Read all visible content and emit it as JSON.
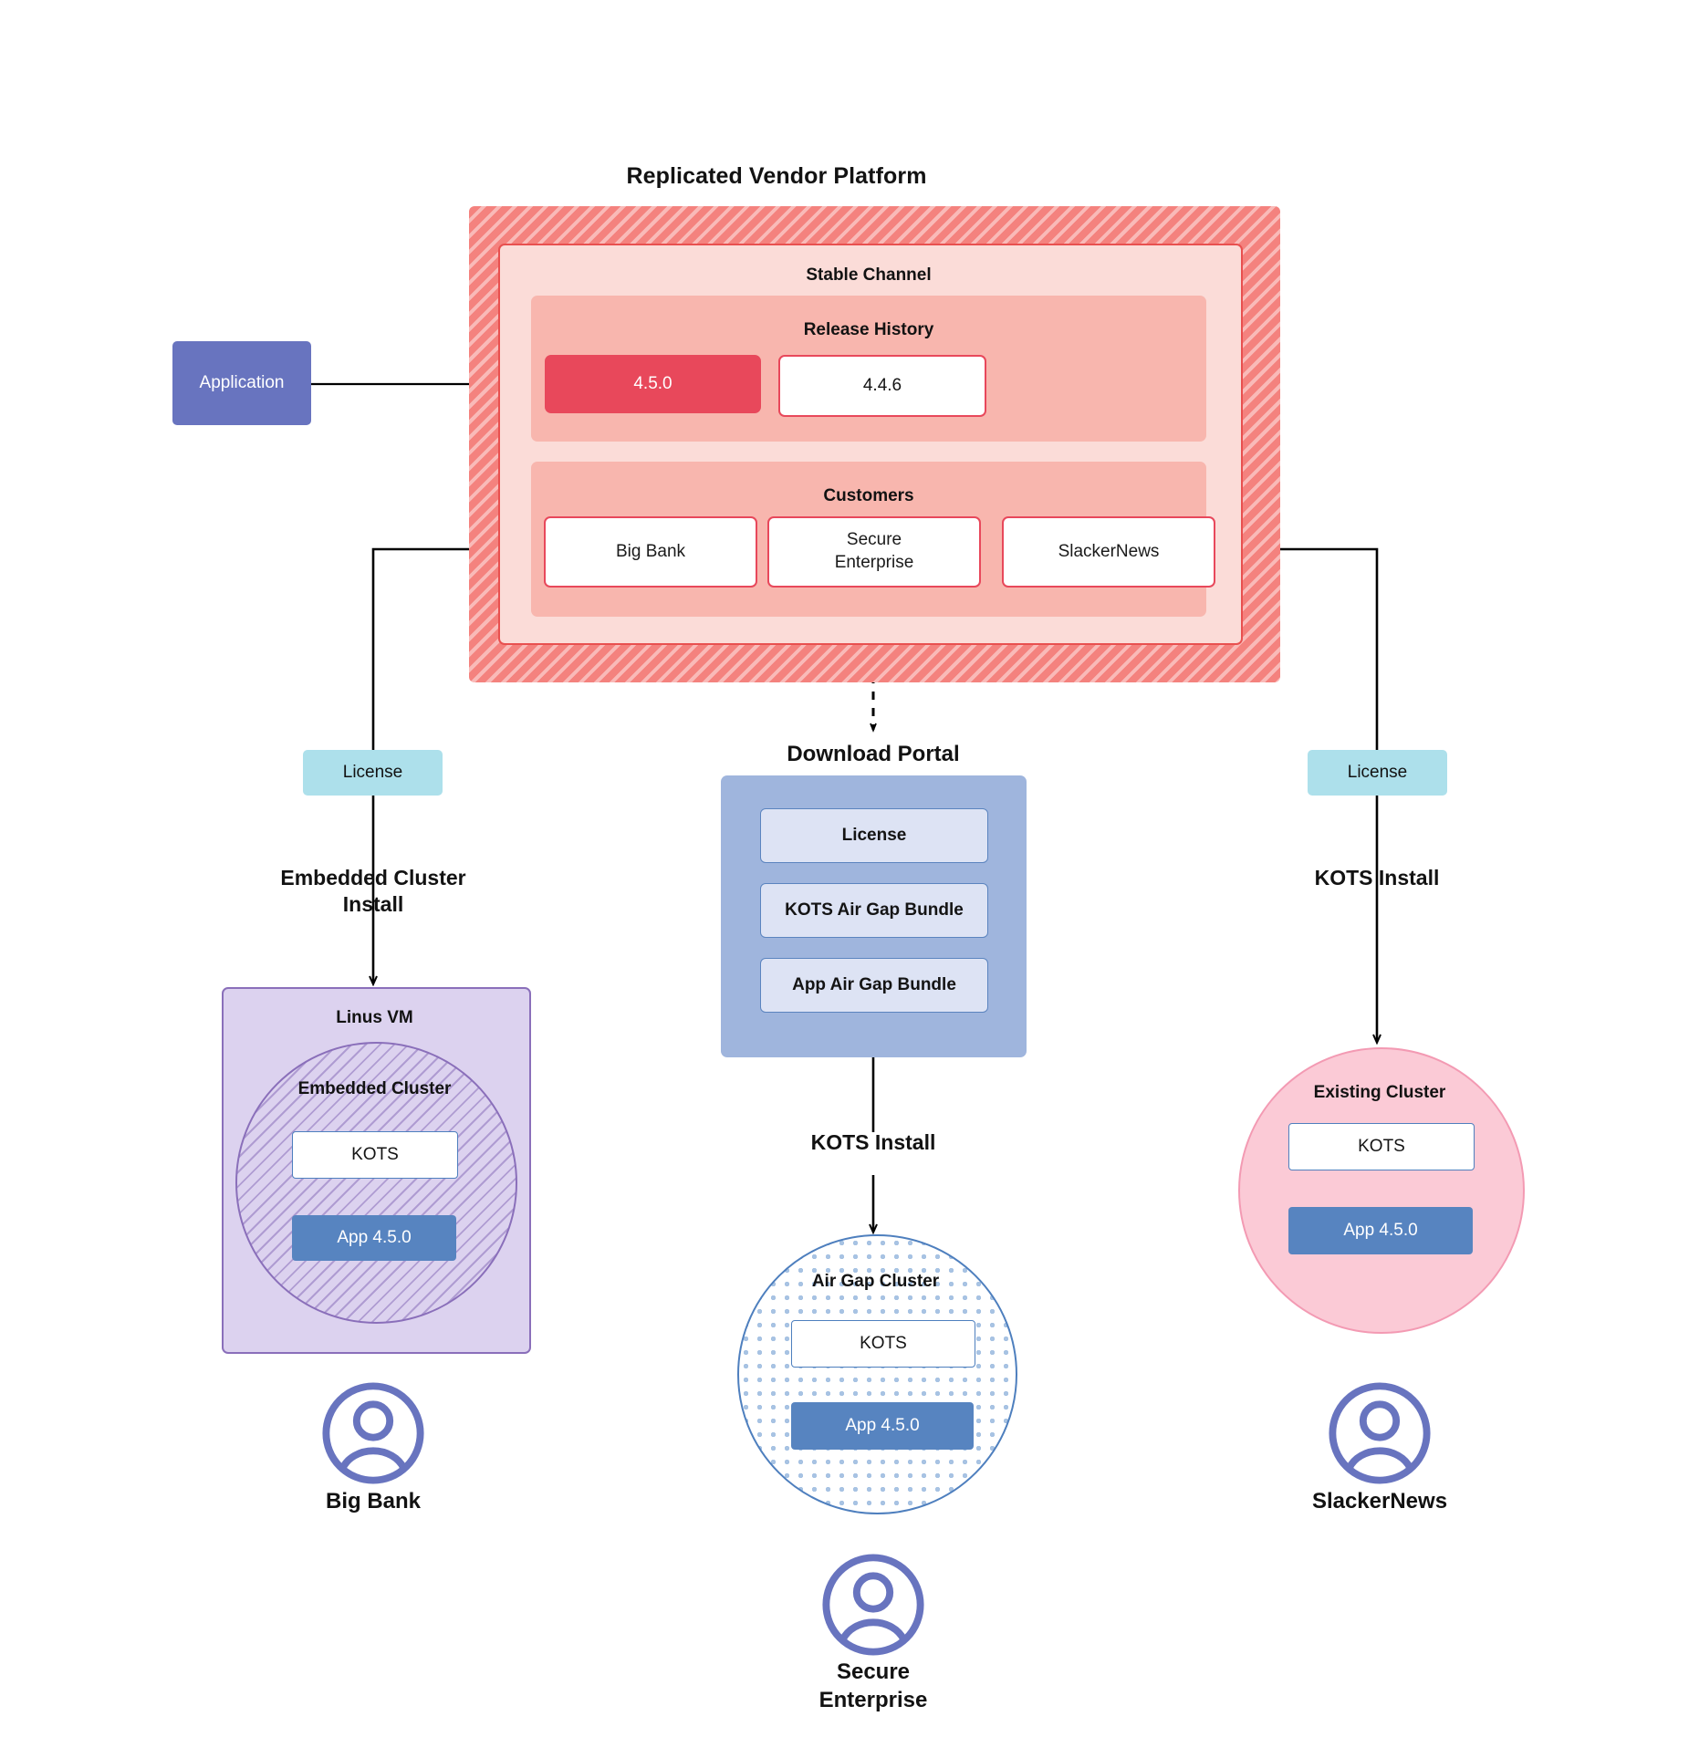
{
  "diagram": {
    "title": "Replicated Vendor Platform",
    "application": {
      "label": "Application"
    },
    "stable_channel": {
      "title": "Stable Channel",
      "release_history": {
        "title": "Release History",
        "releases": [
          {
            "version": "4.5.0",
            "state": "current"
          },
          {
            "version": "4.4.6",
            "state": "previous"
          }
        ]
      },
      "customers": {
        "title": "Customers",
        "items": [
          {
            "name": "Big Bank"
          },
          {
            "name": "Secure\nEnterprise"
          },
          {
            "name": "SlackerNews"
          }
        ]
      }
    },
    "download_portal": {
      "title": "Download  Portal",
      "items": [
        {
          "label": "License"
        },
        {
          "label": "KOTS Air Gap Bundle"
        },
        {
          "label": "App Air Gap Bundle"
        }
      ]
    },
    "branches": {
      "left": {
        "license_label": "License",
        "install_label": "Embedded Cluster\nInstall",
        "host_title": "Linus VM",
        "cluster_title": "Embedded Cluster",
        "kots_label": "KOTS",
        "app_label": "App 4.5.0",
        "customer_label": "Big Bank"
      },
      "middle": {
        "install_label": "KOTS Install",
        "cluster_title": "Air Gap Cluster",
        "kots_label": "KOTS",
        "app_label": "App 4.5.0",
        "customer_label": "Secure\nEnterprise"
      },
      "right": {
        "license_label": "License",
        "install_label": "KOTS Install",
        "cluster_title": "Existing Cluster",
        "kots_label": "KOTS",
        "app_label": "App 4.5.0",
        "customer_label": "SlackerNews"
      }
    },
    "icons": {
      "user": "user-avatar-icon",
      "arrow": "arrow-icon"
    },
    "colors": {
      "platform_hatch": "#f4827e",
      "channel_bg": "#fbdcd8",
      "panel": "#f8b6ae",
      "release_current": "#e8485b",
      "application": "#6874bf",
      "license": "#ade0eb",
      "portal": "#9fb5dd",
      "portal_item": "#dde3f4",
      "vm": "#dcd2ef",
      "vm_border": "#8a6fba",
      "airgap_border": "#4e7fbe",
      "existing_cluster": "#fbcad6",
      "app_version": "#5784c0",
      "user_icon": "#6874bf"
    }
  }
}
